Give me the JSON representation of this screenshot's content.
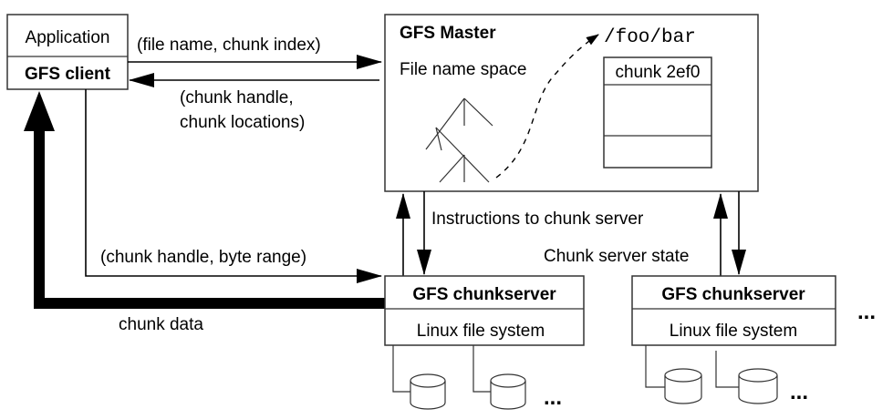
{
  "title": "GFS Architecture",
  "application_box": {
    "top_label": "Application",
    "bottom_label": "GFS client"
  },
  "master": {
    "title": "GFS Master",
    "namespace_label": "File name space",
    "path_label": "/foo/bar",
    "chunk_table_header": "chunk 2ef0"
  },
  "edges": {
    "client_to_master": "(file name, chunk index)",
    "master_to_client_line1": "(chunk handle,",
    "master_to_client_line2": "chunk locations)",
    "client_to_chunkserver": "(chunk handle, byte range)",
    "chunkserver_to_client": "chunk data",
    "master_to_chunkserver": "Instructions to chunk server",
    "chunkserver_to_master": "Chunk server state"
  },
  "chunkservers": [
    {
      "title": "GFS chunkserver",
      "fs_label": "Linux file system",
      "more": "..."
    },
    {
      "title": "GFS chunkserver",
      "fs_label": "Linux file system",
      "more": "..."
    }
  ],
  "more_servers": "..."
}
